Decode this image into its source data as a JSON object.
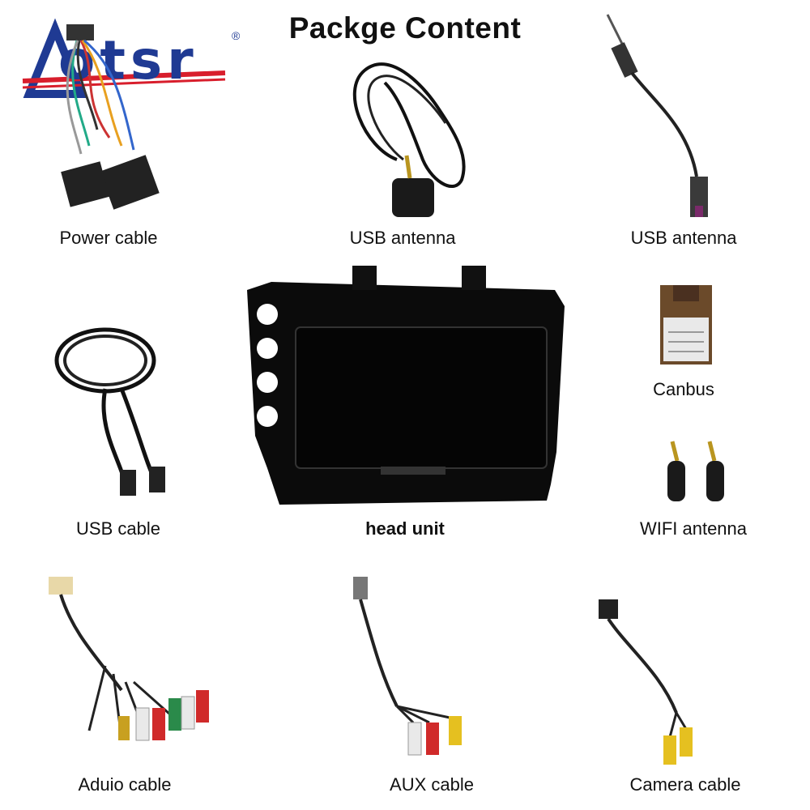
{
  "title": "Packge Content",
  "brand": {
    "logo_text": "otsr",
    "registered": "®"
  },
  "items": [
    {
      "label": "Power cable",
      "icon": "power-cable-icon"
    },
    {
      "label": "USB antenna",
      "icon": "gps-antenna-icon"
    },
    {
      "label": "USB antenna",
      "icon": "radio-antenna-icon"
    },
    {
      "label": "USB cable",
      "icon": "usb-cable-icon"
    },
    {
      "label": "head unit",
      "icon": "head-unit-icon"
    },
    {
      "label": "Canbus",
      "icon": "canbus-box-icon"
    },
    {
      "label": "WIFI antenna",
      "icon": "wifi-antenna-icon"
    },
    {
      "label": "Aduio cable",
      "icon": "audio-cable-icon"
    },
    {
      "label": "AUX cable",
      "icon": "aux-cable-icon"
    },
    {
      "label": "Camera cable",
      "icon": "camera-cable-icon"
    }
  ],
  "colors": {
    "brand_blue": "#1f3a93",
    "brand_red": "#d81e2c",
    "unit_black": "#0b0b0b"
  }
}
